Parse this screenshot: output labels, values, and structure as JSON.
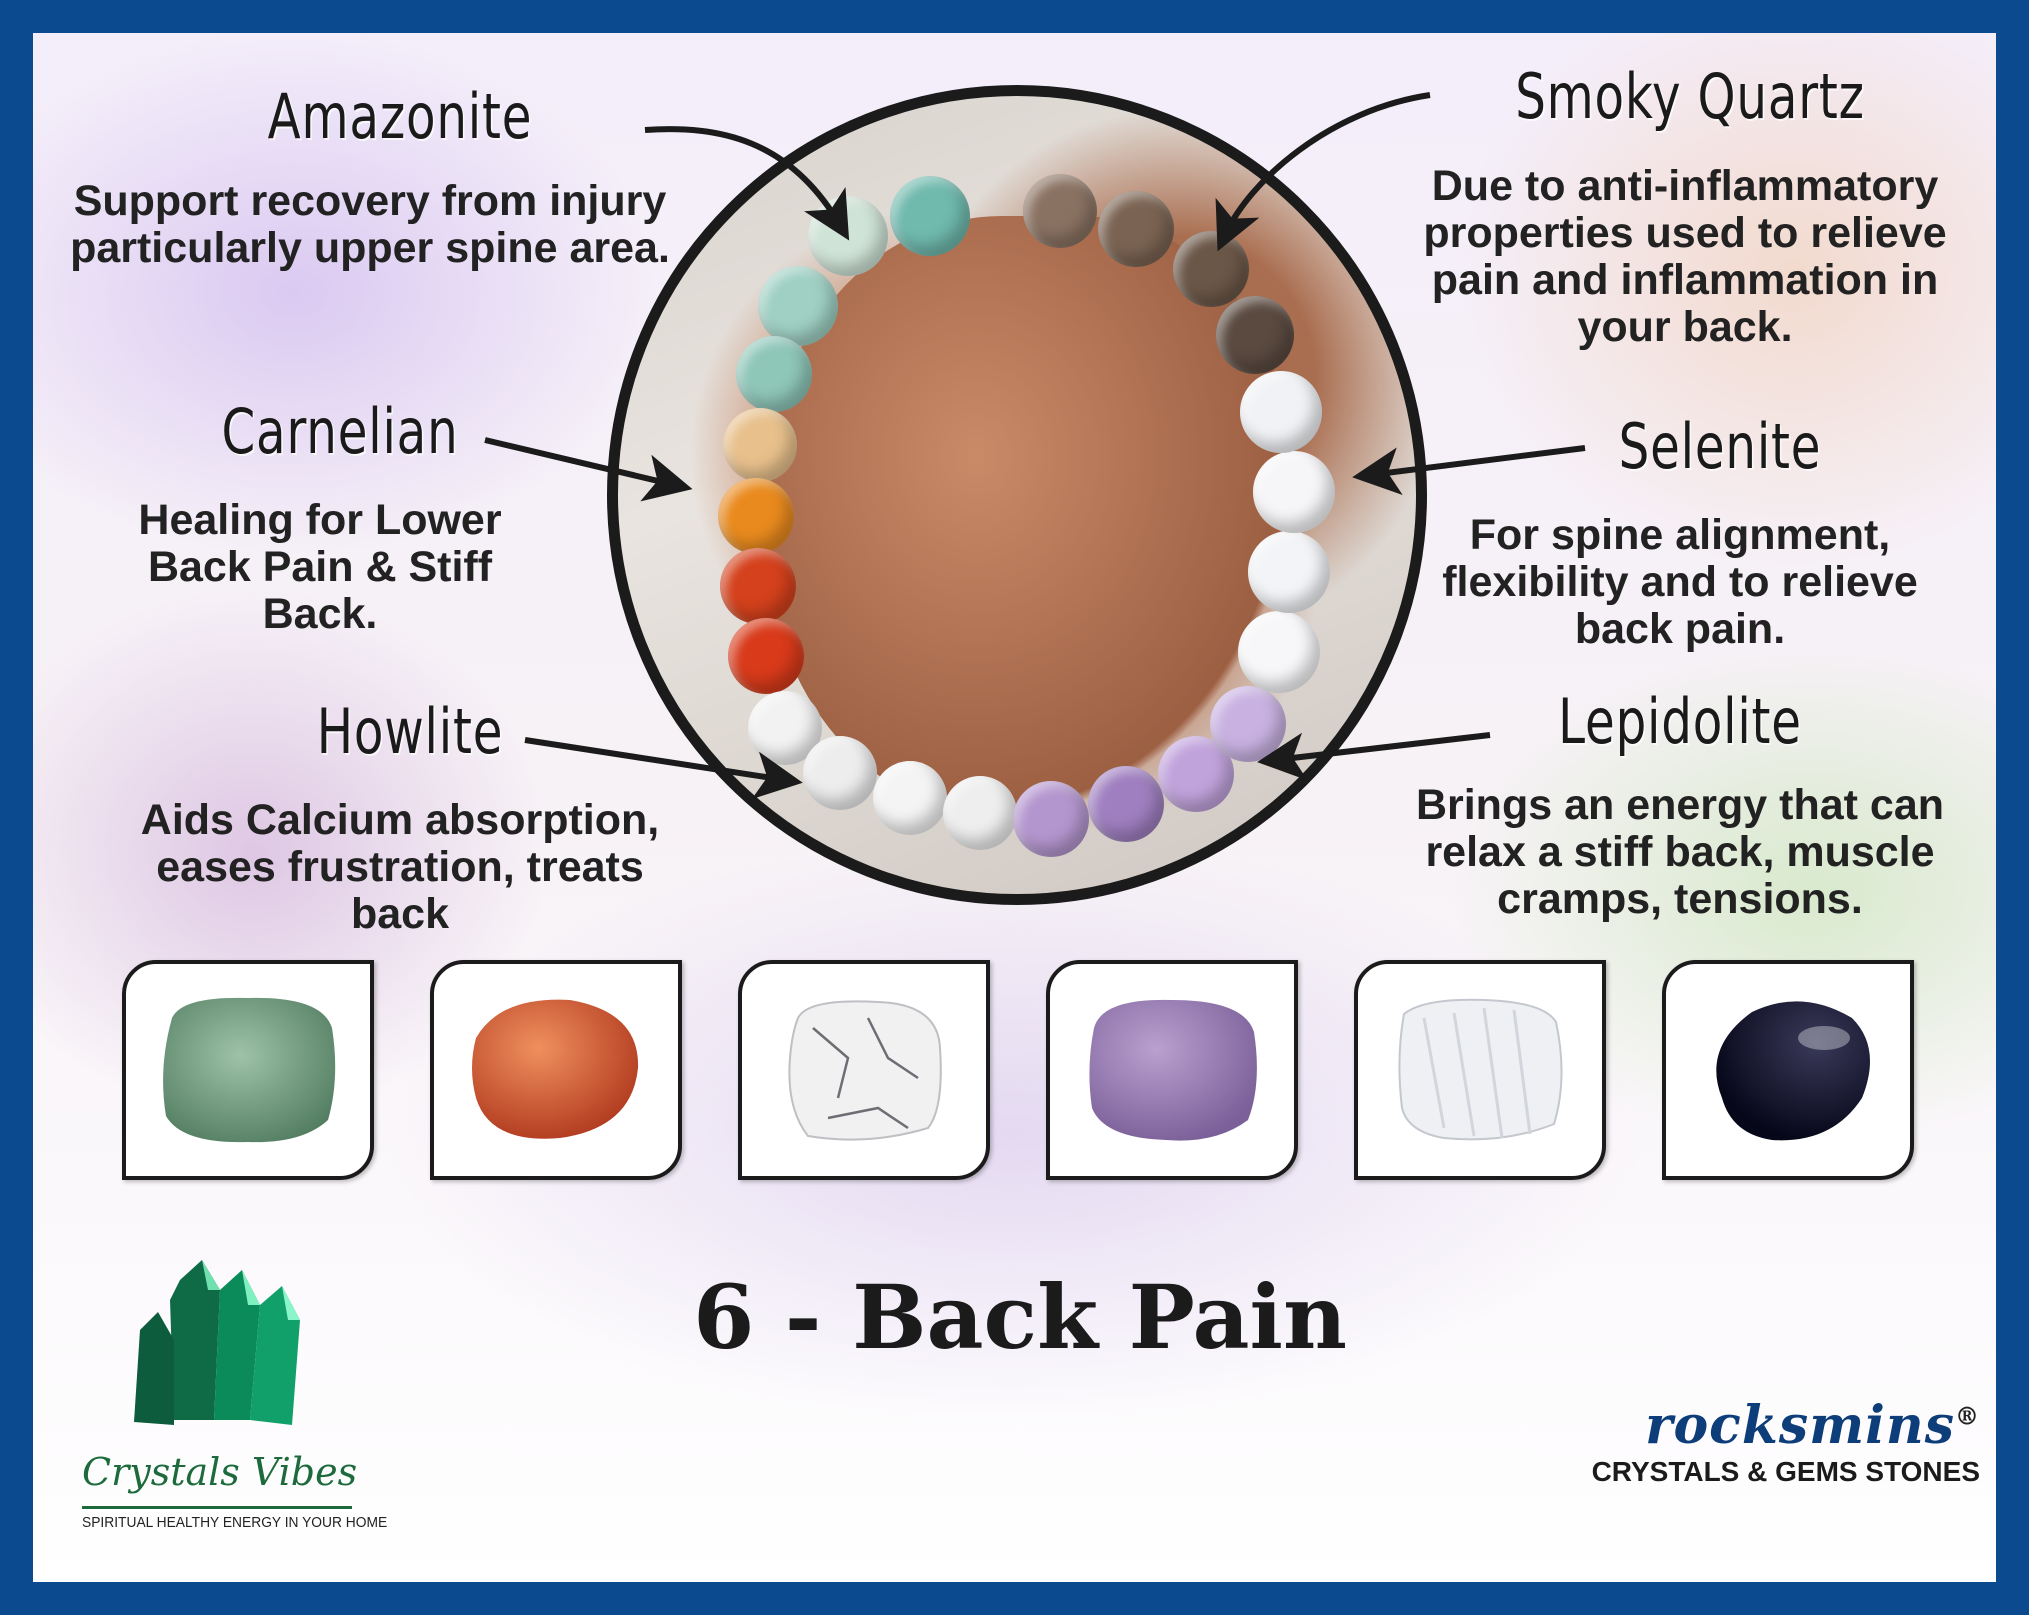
{
  "stones": [
    {
      "name": "Amazonite",
      "description": "Support recovery from injury particularly upper spine area."
    },
    {
      "name": "Carnelian",
      "description": "Healing for Lower Back Pain & Stiff Back."
    },
    {
      "name": "Howlite",
      "description": "Aids Calcium absorption, eases frustration, treats back"
    },
    {
      "name": "Smoky Quartz",
      "description": "Due to anti-inflammatory properties used to relieve pain and inflammation in your back."
    },
    {
      "name": "Selenite",
      "description": "For spine alignment, flexibility and to relieve back pain."
    },
    {
      "name": "Lepidolite",
      "description": "Brings an energy that can relax a stiff back, muscle cramps, tensions."
    }
  ],
  "title": "6 - Back Pain",
  "brand_left": {
    "name": "Crystals Vibes",
    "tagline": "SPIRITUAL HEALTHY ENERGY IN YOUR HOME"
  },
  "brand_right": {
    "name": "rocksmins",
    "registered": "®",
    "tagline": "CRYSTALS & GEMS STONES"
  },
  "colors": {
    "frame": "#0b4a8f",
    "text": "#1b1b1b",
    "brand_green": "#1d6b3c",
    "brand_blue": "#0d3e7a"
  },
  "stone_swatches": [
    {
      "name": "amazonite",
      "color": "#6f9a7e"
    },
    {
      "name": "carnelian",
      "color": "#d2553a"
    },
    {
      "name": "howlite",
      "color": "#e9e9e9"
    },
    {
      "name": "lepidolite",
      "color": "#9a7fb3"
    },
    {
      "name": "selenite",
      "color": "#eef0f2"
    },
    {
      "name": "smoky-quartz",
      "color": "#14142a"
    }
  ]
}
